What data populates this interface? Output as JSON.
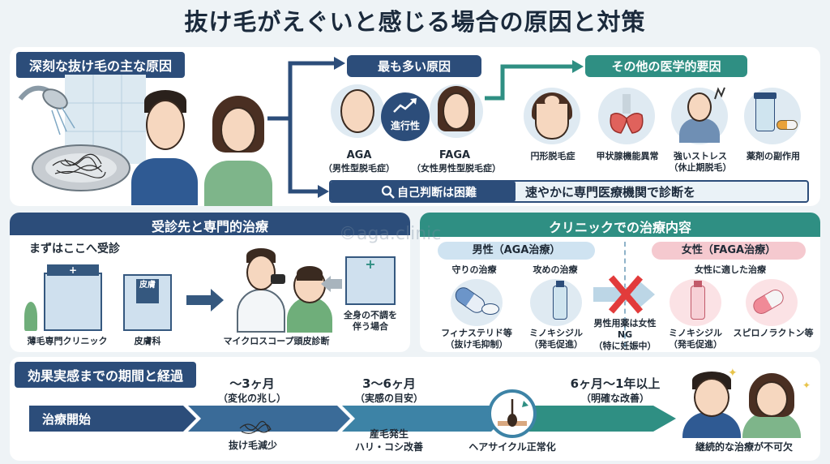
{
  "title": "抜け毛がえぐいと感じる場合の原因と対策",
  "watermark": "©aga.clinic",
  "causes": {
    "heading": "深刻な抜け毛の主な原因",
    "main_heading": "最も多い原因",
    "progressive": "進行性",
    "aga": "AGA",
    "aga_sub": "（男性型脱毛症）",
    "faga": "FAGA",
    "faga_sub": "（女性男性型脱毛症）",
    "other_heading": "その他の医学的要因",
    "other_items": [
      {
        "label": "円形脱毛症",
        "sub": ""
      },
      {
        "label": "甲状腺機能異常",
        "sub": ""
      },
      {
        "label": "強いストレス",
        "sub": "（休止期脱毛）"
      },
      {
        "label": "薬剤の副作用",
        "sub": ""
      }
    ],
    "self_diag": "自己判断は困難",
    "self_diag_msg": "速やかに専門医療機関で診断を"
  },
  "clinics": {
    "heading": "受診先と専門的治療",
    "first_visit": "まずはここへ受診",
    "clinic1": "薄毛専門クリニック",
    "clinic2": "皮膚科",
    "sign": "皮膚",
    "scope": "マイクロスコープ頭皮診断",
    "general": "全身の不調を伴う場合"
  },
  "treatment": {
    "heading": "クリニックでの治療内容",
    "male": "男性（AGA治療）",
    "female": "女性（FAGA治療）",
    "defense": "守りの治療",
    "attack": "攻めの治療",
    "female_suit": "女性に適した治療",
    "fina": "フィナステリド等",
    "fina_sub": "（抜け毛抑制）",
    "minox_m": "ミノキシジル",
    "minox_m_sub": "（発毛促進）",
    "ng": "男性用薬は女性NG",
    "ng_sub": "（特に妊娠中）",
    "minox_f": "ミノキシジル",
    "minox_f_sub": "（発毛促進）",
    "spiro": "スピロノラクトン等"
  },
  "timeline": {
    "heading": "効果実感までの期間と経過",
    "start": "治療開始",
    "p1": "〜3ヶ月",
    "p1_sub": "（変化の兆し）",
    "p1_note": "抜け毛減少",
    "p2": "3〜6ヶ月",
    "p2_sub": "（実感の目安）",
    "p2_note1": "産毛発生",
    "p2_note2": "ハリ・コシ改善",
    "p3": "6ヶ月〜1年以上",
    "p3_sub": "（明確な改善）",
    "p3_note": "ヘアサイクル正常化",
    "end": "継続的な治療が不可欠"
  },
  "colors": {
    "navy": "#2c4d7a",
    "teal": "#2f8f83",
    "pink": "#f5c9cf",
    "red": "#e23b3b"
  }
}
